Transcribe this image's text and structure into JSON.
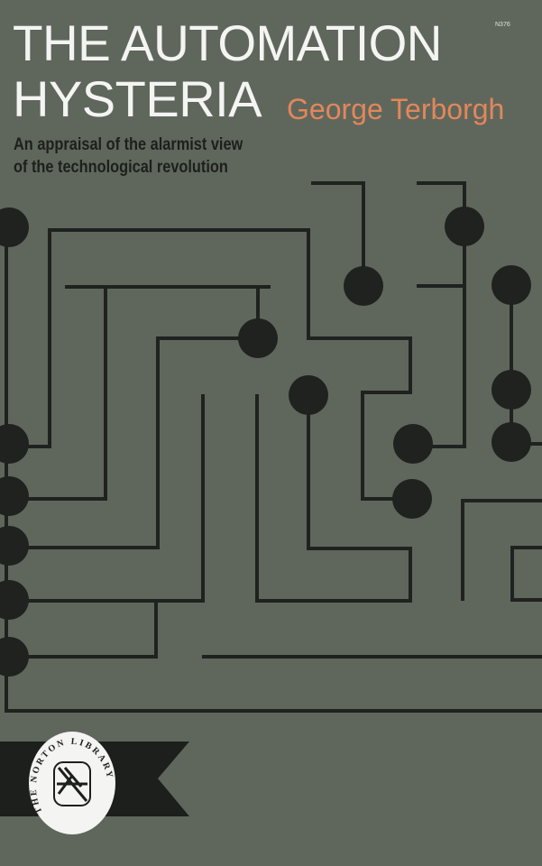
{
  "cover": {
    "title_line1": "THE AUTOMATION",
    "title_line2": "HYSTERIA",
    "author": "George Terborgh",
    "subtitle_line1": "An appraisal of the alarmist view",
    "subtitle_line2": "of the technological revolution",
    "catalog_code": "N376",
    "publisher_emblem_text": "THE NORTON LIBRARY"
  },
  "colors": {
    "background": "#5f675d",
    "ink": "#1f221f",
    "title": "#f4f4f2",
    "author": "#e2875a"
  }
}
